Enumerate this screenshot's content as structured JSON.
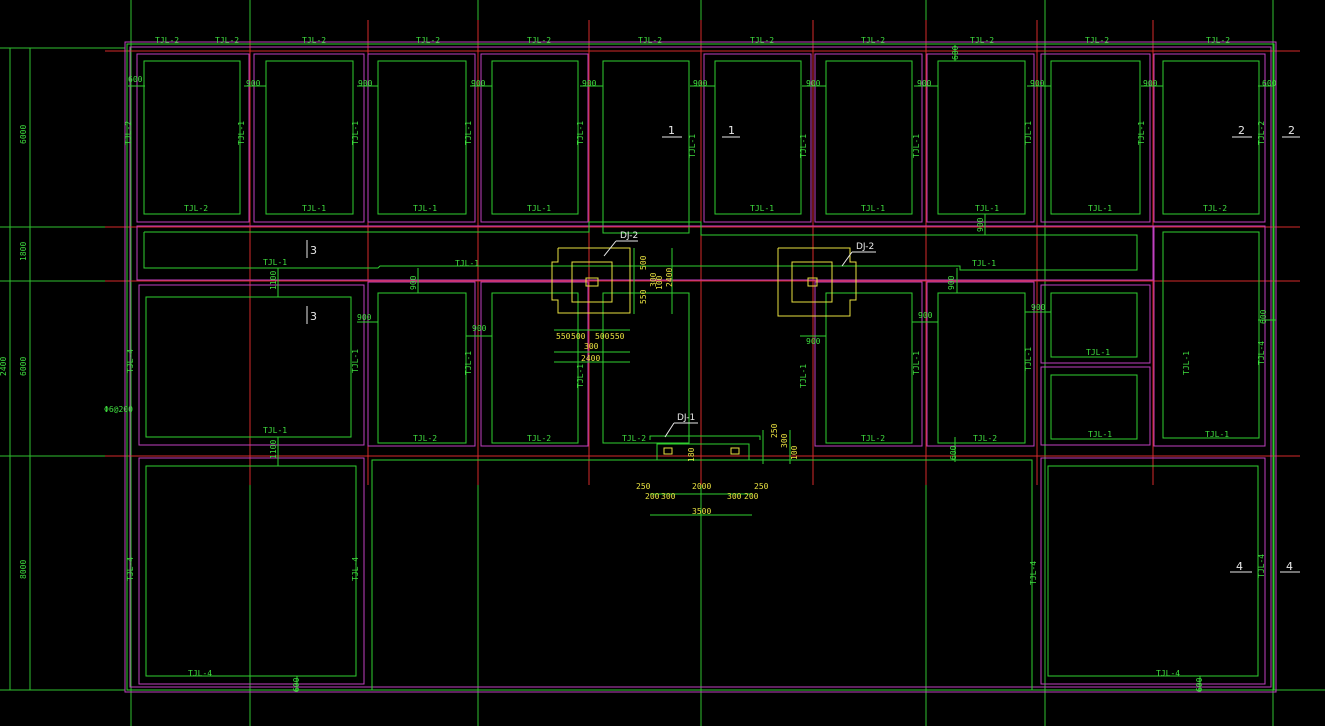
{
  "labels": {
    "top_beams": [
      "TJL-2",
      "TJL-2",
      "TJL-2",
      "TJL-2",
      "TJL-2",
      "TJL-2",
      "TJL-2",
      "TJL-2",
      "TJL-2",
      "TJL-2",
      "TJL-2"
    ],
    "row1_left": "TJL-2",
    "row1_mid": "TJL-1",
    "row1_beams": [
      "TJL-2",
      "TJL-1",
      "TJL-1",
      "TJL-1",
      "TJL-1",
      "TJL-1",
      "TJL-1",
      "TJL-1",
      "TJL-2"
    ],
    "corridor_beam": "TJL-1",
    "row2_beams": [
      "TJL-1",
      "TJL-2",
      "TJL-2",
      "TJL-2",
      "TJL-2",
      "TJL-2",
      "TJL-1",
      "TJL-1"
    ],
    "row2_vert": [
      "TJL-4",
      "TJL-1",
      "TJL-1",
      "TJL-1",
      "TJL-1",
      "TJL-1",
      "TJL-1",
      "TJL-1",
      "TJL-4"
    ],
    "row3_beams": [
      "TJL-4",
      "TJL-4"
    ],
    "row3_vert": [
      "TJL-4",
      "TJL-4",
      "TJL-4",
      "TJL-4"
    ],
    "bottom_dims": [
      "600",
      "600"
    ],
    "dim_900": "900",
    "dim_600": "600",
    "dim_1100": "1100",
    "left_dims": [
      "6000",
      "1800",
      "6000",
      "8000"
    ],
    "left_outer": "2400",
    "rebar_note": "Φ6@200",
    "section_1": "1",
    "section_2": "2",
    "section_3": "3",
    "section_4": "4",
    "dj2": "DJ-2",
    "dj1": "DJ-1",
    "dj2_dims": [
      "550",
      "500",
      "300",
      "500",
      "550",
      "2400",
      "500",
      "550",
      "300",
      "2400",
      "100"
    ],
    "dj1_dims": [
      "250",
      "200",
      "300",
      "2000",
      "300",
      "200",
      "250",
      "3500",
      "180",
      "250",
      "300",
      "100"
    ]
  },
  "colors": {
    "background": "#000000",
    "grid_red": "#d42a2a",
    "grid_green": "#2fbf2f",
    "wall_magenta": "#c040c0",
    "beam_green": "#2fcf2f",
    "foundation_yellow": "#e8e040",
    "annotation_white": "#e8e8e8"
  }
}
